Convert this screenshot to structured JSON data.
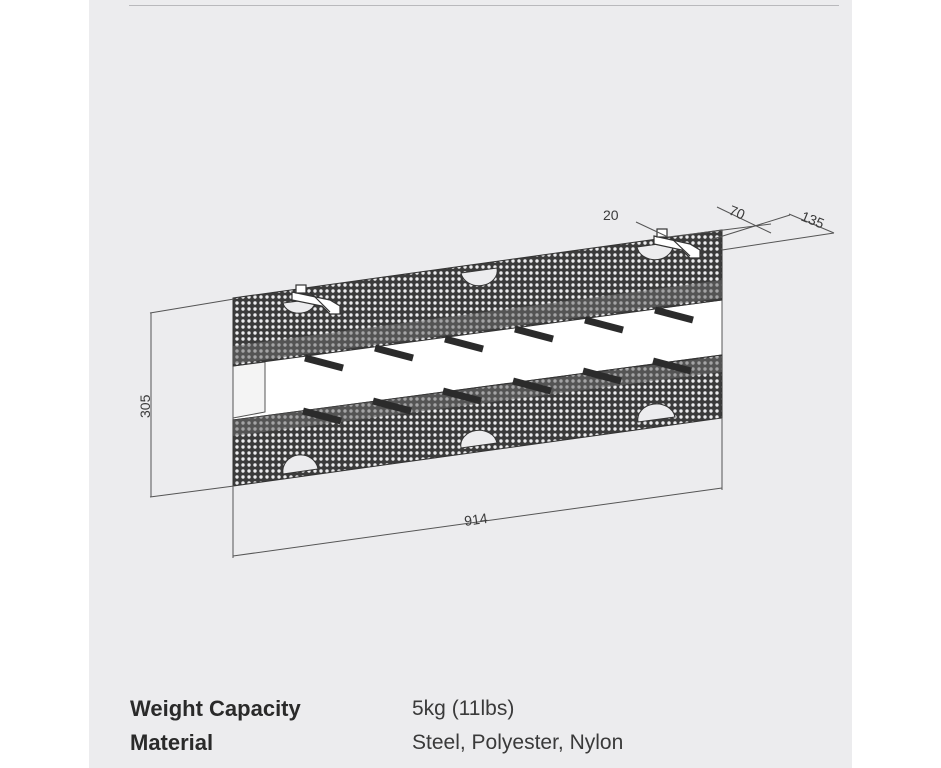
{
  "colors": {
    "panel_background": "#ececee",
    "mesh": "#3b3b3b",
    "dimension_lines": "#555555"
  },
  "dimensions": {
    "height": "305",
    "width": "914",
    "offset_a": "20",
    "offset_b": "70",
    "depth": "135"
  },
  "specs": [
    {
      "label": "Weight Capacity",
      "value": "5kg (11lbs)"
    },
    {
      "label": "Material",
      "value": "Steel, Polyester, Nylon"
    }
  ]
}
